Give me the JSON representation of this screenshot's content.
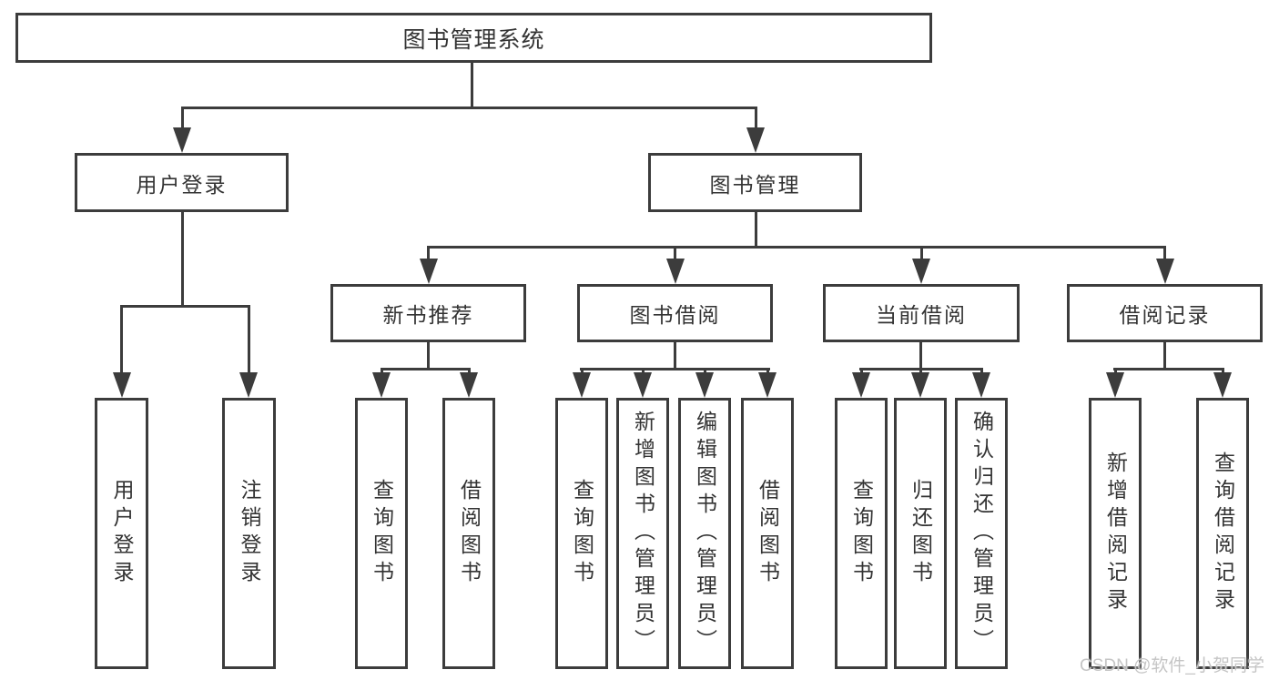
{
  "tree": {
    "label": "图书管理系统",
    "children": [
      {
        "label": "用户登录",
        "children": [
          {
            "label": "用户登录"
          },
          {
            "label": "注销登录"
          }
        ]
      },
      {
        "label": "图书管理",
        "children": [
          {
            "label": "新书推荐",
            "children": [
              {
                "label": "查询图书"
              },
              {
                "label": "借阅图书"
              }
            ]
          },
          {
            "label": "图书借阅",
            "children": [
              {
                "label": "查询图书"
              },
              {
                "label": "新增图书（管理员）"
              },
              {
                "label": "编辑图书（管理员）"
              },
              {
                "label": "借阅图书"
              }
            ]
          },
          {
            "label": "当前借阅",
            "children": [
              {
                "label": "查询图书"
              },
              {
                "label": "归还图书"
              },
              {
                "label": "确认归还（管理员）"
              }
            ]
          },
          {
            "label": "借阅记录",
            "children": [
              {
                "label": "新增借阅记录"
              },
              {
                "label": "查询借阅记录"
              }
            ]
          }
        ]
      }
    ]
  },
  "watermark": "CSDN @软件_小贺同学",
  "colors": {
    "line": "#3c3c3c",
    "text": "#333333",
    "watermark": "#c5c5c5",
    "background": "#ffffff"
  }
}
